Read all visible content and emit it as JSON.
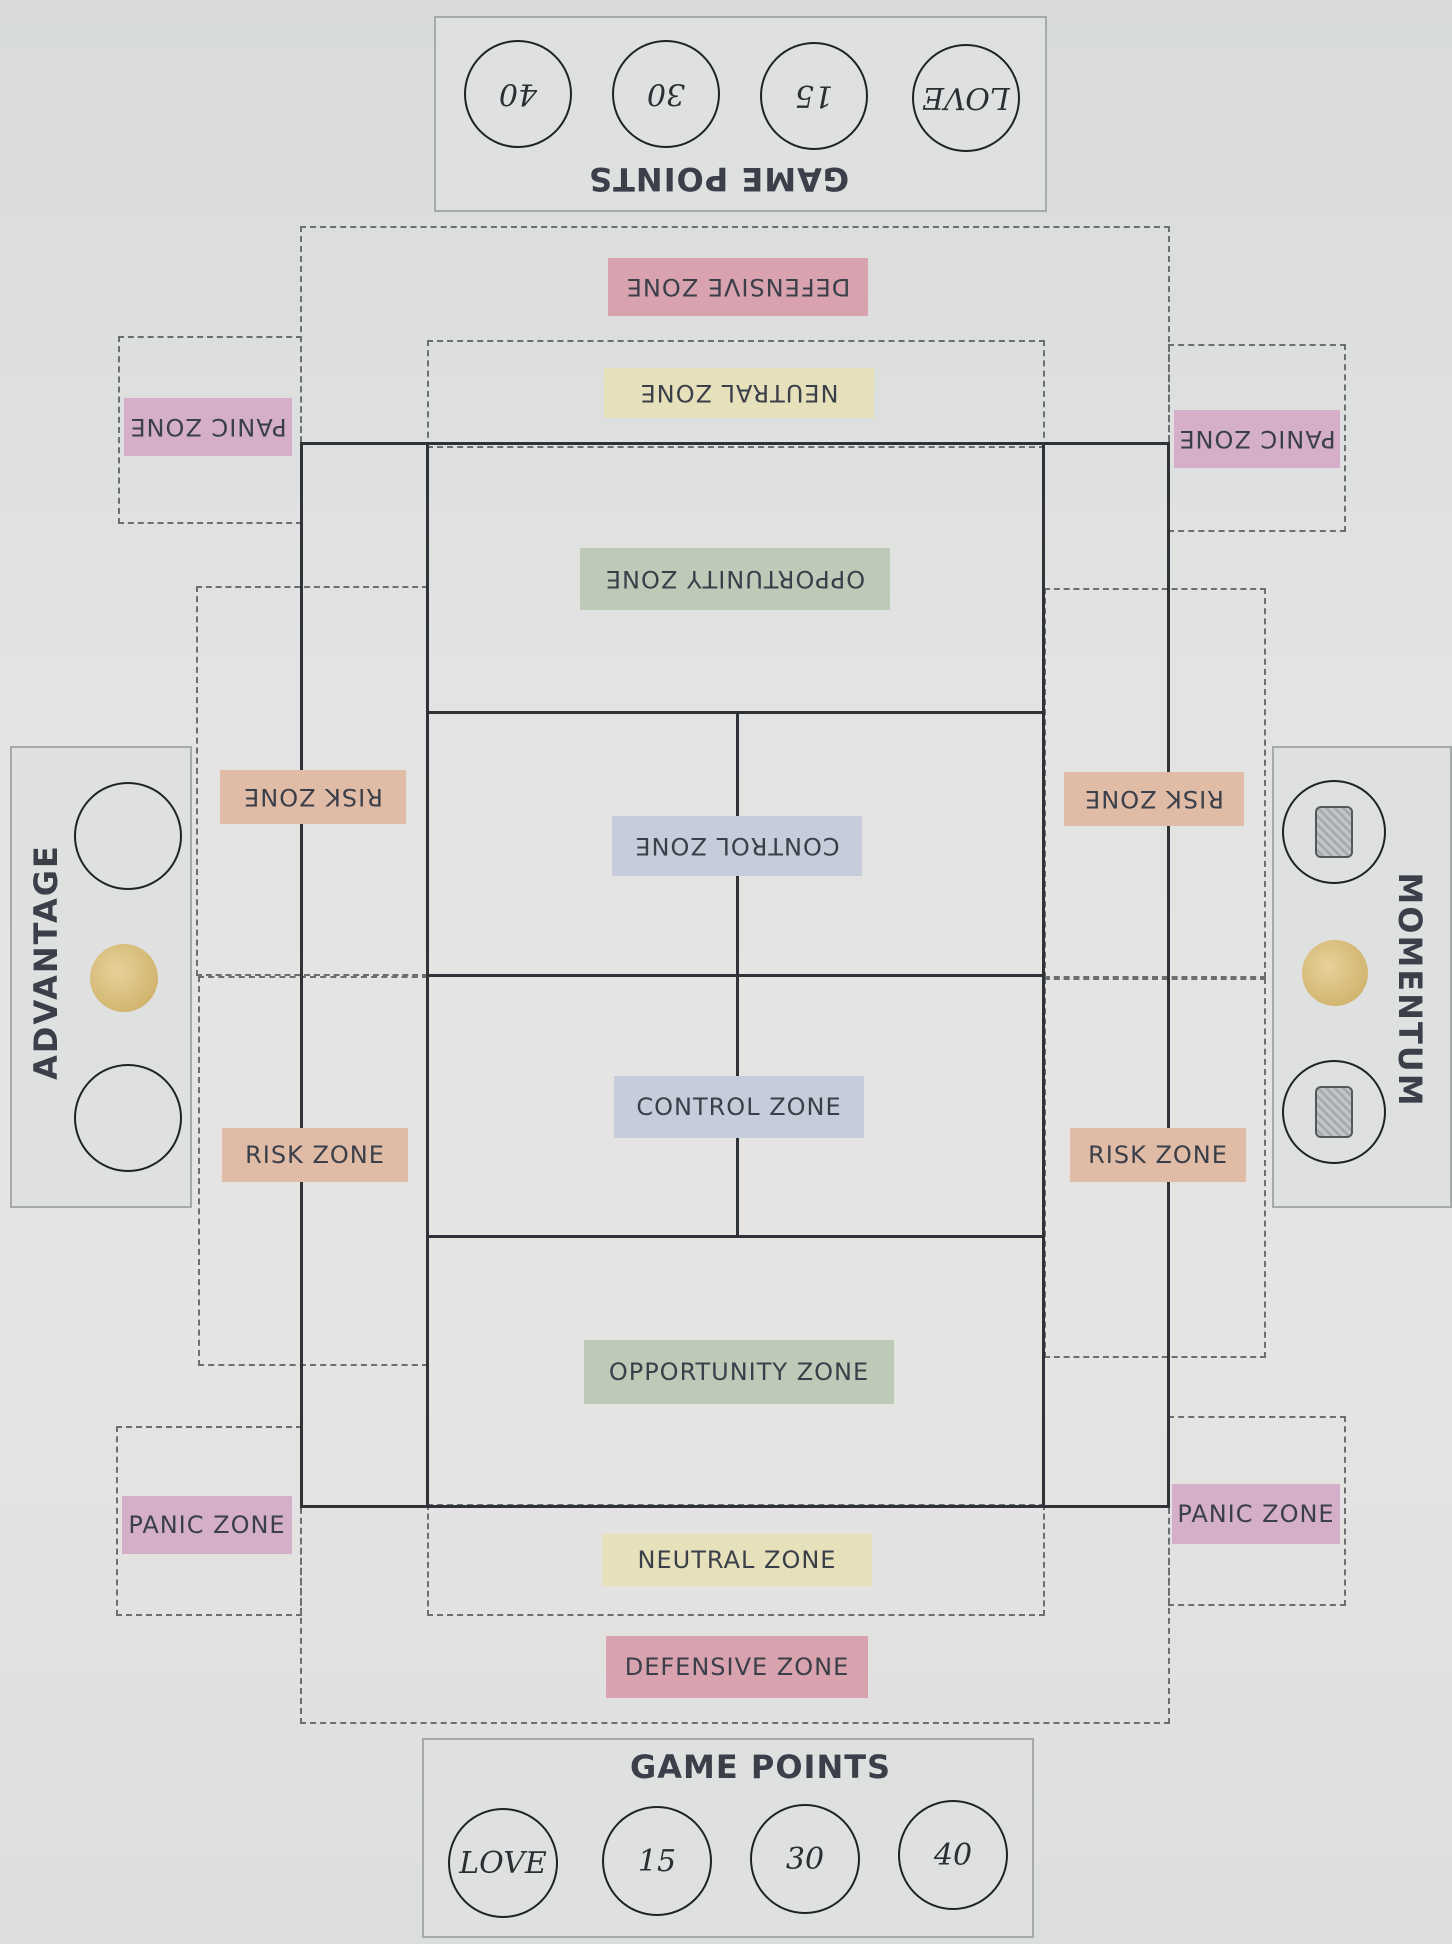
{
  "board": {
    "top_score": {
      "title": "GAME POINTS",
      "points": [
        "LOVE",
        "15",
        "30",
        "40"
      ]
    },
    "bottom_score": {
      "title": "GAME POINTS",
      "points": [
        "LOVE",
        "15",
        "30",
        "40"
      ]
    },
    "advantage_label": "ADVANTAGE",
    "momentum_label": "MOMENTUM",
    "zones": {
      "defensive_top": "DEFENSIVE ZONE",
      "neutral_top": "NEUTRAL ZONE",
      "panic_top_left": "PANIC ZONE",
      "panic_top_right": "PANIC ZONE",
      "opportunity_top": "OPPORTUNITY ZONE",
      "control_top": "CONTROL ZONE",
      "risk_top_left": "RISK ZONE",
      "risk_top_right": "RISK ZONE",
      "control_bottom": "CONTROL ZONE",
      "risk_bottom_left": "RISK ZONE",
      "risk_bottom_right": "RISK ZONE",
      "opportunity_bottom": "OPPORTUNITY ZONE",
      "panic_bottom_left": "PANIC ZONE",
      "panic_bottom_right": "PANIC ZONE",
      "neutral_bottom": "NEUTRAL ZONE",
      "defensive_bottom": "DEFENSIVE ZONE"
    },
    "colors": {
      "defensive": "#d8a3ae",
      "panic": "#d5aec9",
      "neutral": "#e6e1bb",
      "opportunity": "#bccab7",
      "control": "#c6ccd9",
      "risk": "#e0bba6",
      "court_line": "#2f3337"
    }
  }
}
